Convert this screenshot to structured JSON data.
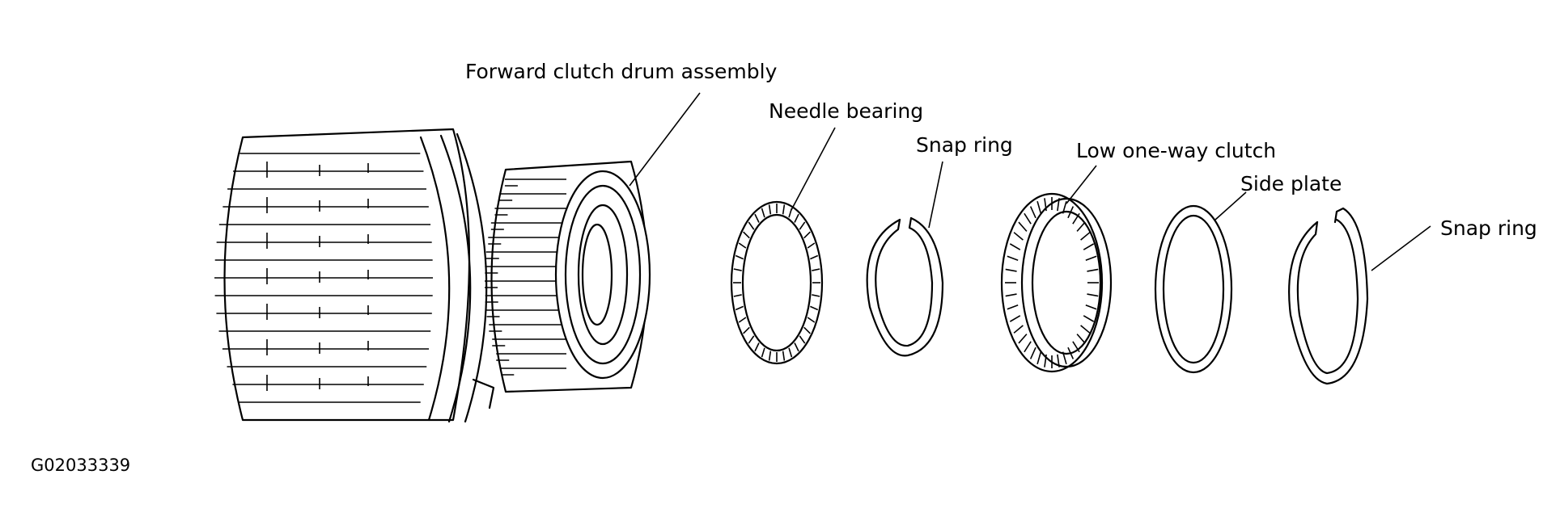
{
  "labels": {
    "forward_clutch_drum": "Forward clutch drum assembly",
    "needle_bearing": "Needle bearing",
    "snap_ring_1": "Snap ring",
    "low_one_way_clutch": "Low one-way clutch",
    "side_plate": "Side plate",
    "snap_ring_2": "Snap ring"
  },
  "figure_id": "G02033339"
}
